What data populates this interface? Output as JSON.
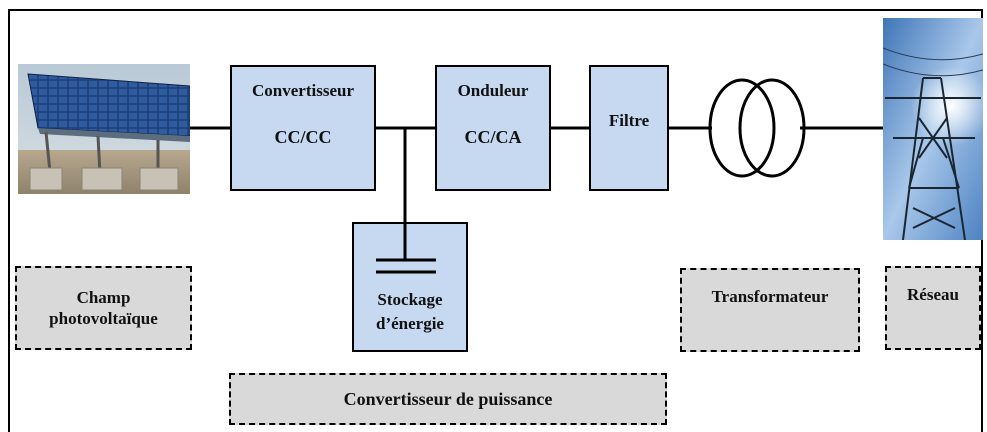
{
  "blocks": {
    "convertisseur_cc_cc": {
      "line1": "Convertisseur",
      "line2": "CC/CC"
    },
    "onduleur_cc_ca": {
      "line1": "Onduleur",
      "line2": "CC/CA"
    },
    "filtre": {
      "label": "Filtre"
    },
    "stockage": {
      "line1": "Stockage",
      "line2": "d’énergie"
    }
  },
  "captions": {
    "champ_line1": "Champ",
    "champ_line2": "photovoltaïque",
    "transformateur": "Transformateur",
    "reseau": "Réseau",
    "convertisseur_puissance": "Convertisseur de puissance"
  },
  "colors": {
    "block_fill": "#c6d9f1",
    "caption_fill": "#d9d9d9",
    "line": "#000000"
  },
  "icons": {
    "solar": "solar-panel-array-photo",
    "grid": "power-pylon-photo",
    "transformer": "transformer-coils-symbol",
    "storage": "capacitor-symbol"
  }
}
